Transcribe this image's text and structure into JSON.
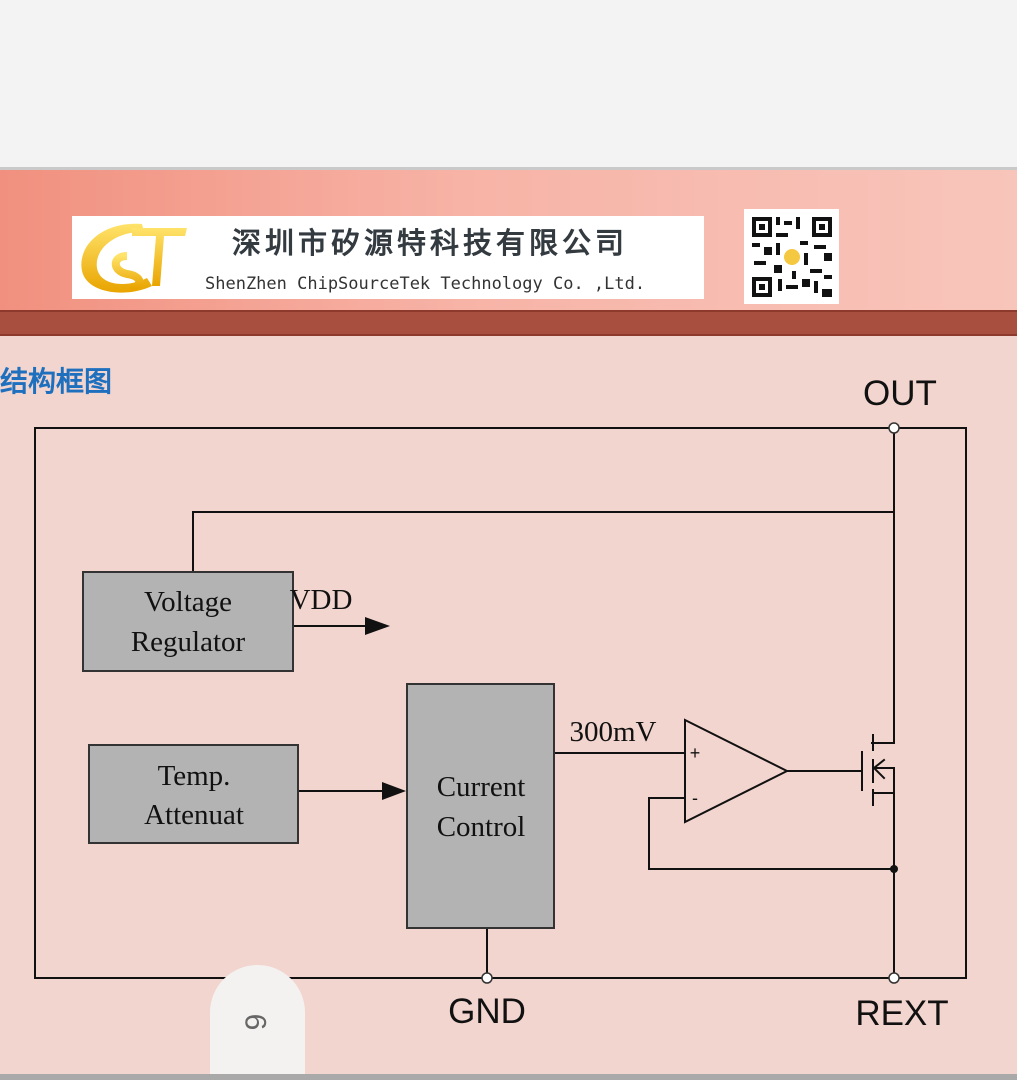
{
  "header": {
    "company_cn": "深圳市矽源特科技有限公司",
    "company_en": "ShenZhen ChipSourceTek Technology Co. ,Ltd.",
    "logo_letters": "CST",
    "qr_icon": "qr-code-icon"
  },
  "section_title": "结构框图",
  "diagram": {
    "pins": {
      "out": "OUT",
      "gnd": "GND",
      "rext": "REXT"
    },
    "blocks": {
      "voltage_regulator": [
        "Voltage",
        "Regulator"
      ],
      "temp_attenuat": [
        "Temp.",
        "Attenuat"
      ],
      "current_control": [
        "Current",
        "Control"
      ]
    },
    "labels": {
      "vdd": "VDD",
      "ref": "300mV",
      "plus": "+",
      "minus": "-"
    }
  },
  "page_indicator": "6",
  "colors": {
    "title": "#1e70bf",
    "band": "#a94f3f",
    "block": "#b3b3b3",
    "background": "#f2d5ce"
  }
}
